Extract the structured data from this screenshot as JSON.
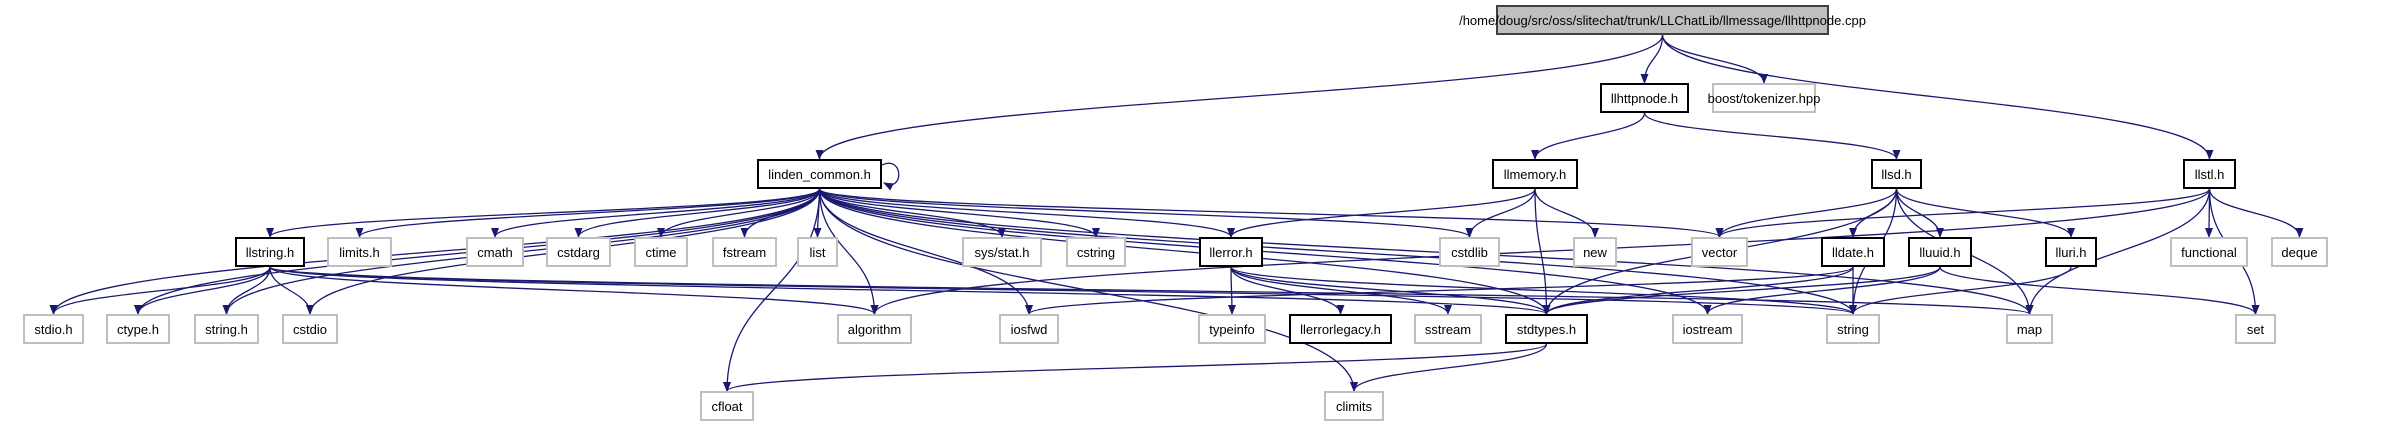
{
  "graph": {
    "edge_color": "#191970",
    "root_fill": "#bfbfbf",
    "nodes": [
      {
        "id": "root",
        "label": "/home/doug/src/oss/slitechat/trunk/LLChatLib/llmessage/llhttpnode.cpp",
        "kind": "root"
      },
      {
        "id": "llhttpnode",
        "label": "llhttpnode.h",
        "kind": "doc"
      },
      {
        "id": "tokenizer",
        "label": "boost/tokenizer.hpp",
        "kind": "ext"
      },
      {
        "id": "linden_common",
        "label": "linden_common.h",
        "kind": "doc"
      },
      {
        "id": "llmemory",
        "label": "llmemory.h",
        "kind": "doc"
      },
      {
        "id": "llsd",
        "label": "llsd.h",
        "kind": "doc"
      },
      {
        "id": "llstl",
        "label": "llstl.h",
        "kind": "doc"
      },
      {
        "id": "llstring",
        "label": "llstring.h",
        "kind": "doc"
      },
      {
        "id": "limits",
        "label": "limits.h",
        "kind": "ext"
      },
      {
        "id": "cmath",
        "label": "cmath",
        "kind": "ext"
      },
      {
        "id": "cstdarg",
        "label": "cstdarg",
        "kind": "ext"
      },
      {
        "id": "ctime",
        "label": "ctime",
        "kind": "ext"
      },
      {
        "id": "fstream",
        "label": "fstream",
        "kind": "ext"
      },
      {
        "id": "list",
        "label": "list",
        "kind": "ext"
      },
      {
        "id": "sysstat",
        "label": "sys/stat.h",
        "kind": "ext"
      },
      {
        "id": "cstring",
        "label": "cstring",
        "kind": "ext"
      },
      {
        "id": "llerror",
        "label": "llerror.h",
        "kind": "doc"
      },
      {
        "id": "cstdlib",
        "label": "cstdlib",
        "kind": "ext"
      },
      {
        "id": "new",
        "label": "new",
        "kind": "ext"
      },
      {
        "id": "vector",
        "label": "vector",
        "kind": "ext"
      },
      {
        "id": "lldate",
        "label": "lldate.h",
        "kind": "doc"
      },
      {
        "id": "lluuid",
        "label": "lluuid.h",
        "kind": "doc"
      },
      {
        "id": "lluri",
        "label": "lluri.h",
        "kind": "doc"
      },
      {
        "id": "functional",
        "label": "functional",
        "kind": "ext"
      },
      {
        "id": "deque",
        "label": "deque",
        "kind": "ext"
      },
      {
        "id": "stdio",
        "label": "stdio.h",
        "kind": "ext"
      },
      {
        "id": "ctype",
        "label": "ctype.h",
        "kind": "ext"
      },
      {
        "id": "stringh",
        "label": "string.h",
        "kind": "ext"
      },
      {
        "id": "cstdio",
        "label": "cstdio",
        "kind": "ext"
      },
      {
        "id": "algorithm",
        "label": "algorithm",
        "kind": "ext"
      },
      {
        "id": "iosfwd",
        "label": "iosfwd",
        "kind": "ext"
      },
      {
        "id": "typeinfo",
        "label": "typeinfo",
        "kind": "ext"
      },
      {
        "id": "llerrorlegacy",
        "label": "llerrorlegacy.h",
        "kind": "doc"
      },
      {
        "id": "sstream",
        "label": "sstream",
        "kind": "ext"
      },
      {
        "id": "stdtypes",
        "label": "stdtypes.h",
        "kind": "doc"
      },
      {
        "id": "iostream",
        "label": "iostream",
        "kind": "ext"
      },
      {
        "id": "string",
        "label": "string",
        "kind": "ext"
      },
      {
        "id": "map",
        "label": "map",
        "kind": "ext"
      },
      {
        "id": "set",
        "label": "set",
        "kind": "ext"
      },
      {
        "id": "cfloat",
        "label": "cfloat",
        "kind": "ext"
      },
      {
        "id": "climits",
        "label": "climits",
        "kind": "ext"
      }
    ],
    "edges": [
      [
        "root",
        "linden_common"
      ],
      [
        "root",
        "llhttpnode"
      ],
      [
        "root",
        "tokenizer"
      ],
      [
        "root",
        "llstl"
      ],
      [
        "llhttpnode",
        "llmemory"
      ],
      [
        "llhttpnode",
        "llsd"
      ],
      [
        "linden_common",
        "linden_common"
      ],
      [
        "linden_common",
        "llstring"
      ],
      [
        "linden_common",
        "limits"
      ],
      [
        "linden_common",
        "cmath"
      ],
      [
        "linden_common",
        "cstdarg"
      ],
      [
        "linden_common",
        "ctime"
      ],
      [
        "linden_common",
        "fstream"
      ],
      [
        "linden_common",
        "list"
      ],
      [
        "linden_common",
        "sysstat"
      ],
      [
        "linden_common",
        "cstring"
      ],
      [
        "linden_common",
        "llerror"
      ],
      [
        "linden_common",
        "cstdlib"
      ],
      [
        "linden_common",
        "vector"
      ],
      [
        "linden_common",
        "stdio"
      ],
      [
        "linden_common",
        "ctype"
      ],
      [
        "linden_common",
        "stringh"
      ],
      [
        "linden_common",
        "cstdio"
      ],
      [
        "linden_common",
        "cfloat"
      ],
      [
        "linden_common",
        "algorithm"
      ],
      [
        "linden_common",
        "iosfwd"
      ],
      [
        "linden_common",
        "climits"
      ],
      [
        "linden_common",
        "string"
      ],
      [
        "linden_common",
        "map"
      ],
      [
        "linden_common",
        "stdtypes"
      ],
      [
        "linden_common",
        "iostream"
      ],
      [
        "llstring",
        "stdio"
      ],
      [
        "llstring",
        "ctype"
      ],
      [
        "llstring",
        "stringh"
      ],
      [
        "llstring",
        "cstdio"
      ],
      [
        "llstring",
        "algorithm"
      ],
      [
        "llstring",
        "stdtypes"
      ],
      [
        "llstring",
        "string"
      ],
      [
        "llstring",
        "map"
      ],
      [
        "llmemory",
        "llerror"
      ],
      [
        "llmemory",
        "cstdlib"
      ],
      [
        "llmemory",
        "new"
      ],
      [
        "llmemory",
        "stdtypes"
      ],
      [
        "llerror",
        "typeinfo"
      ],
      [
        "llerror",
        "llerrorlegacy"
      ],
      [
        "llerror",
        "sstream"
      ],
      [
        "llerror",
        "stdtypes"
      ],
      [
        "llerror",
        "string"
      ],
      [
        "llsd",
        "stdtypes"
      ],
      [
        "llsd",
        "vector"
      ],
      [
        "llsd",
        "lldate"
      ],
      [
        "llsd",
        "lluuid"
      ],
      [
        "llsd",
        "lluri"
      ],
      [
        "llsd",
        "string"
      ],
      [
        "llsd",
        "map"
      ],
      [
        "llstl",
        "vector"
      ],
      [
        "llstl",
        "functional"
      ],
      [
        "llstl",
        "deque"
      ],
      [
        "llstl",
        "map"
      ],
      [
        "llstl",
        "set"
      ],
      [
        "llstl",
        "algorithm"
      ],
      [
        "lldate",
        "iosfwd"
      ],
      [
        "lldate",
        "stdtypes"
      ],
      [
        "lldate",
        "string"
      ],
      [
        "lluuid",
        "iostream"
      ],
      [
        "lluuid",
        "stdtypes"
      ],
      [
        "lluuid",
        "set"
      ],
      [
        "lluri",
        "string"
      ],
      [
        "stdtypes",
        "cfloat"
      ],
      [
        "stdtypes",
        "climits"
      ]
    ]
  }
}
